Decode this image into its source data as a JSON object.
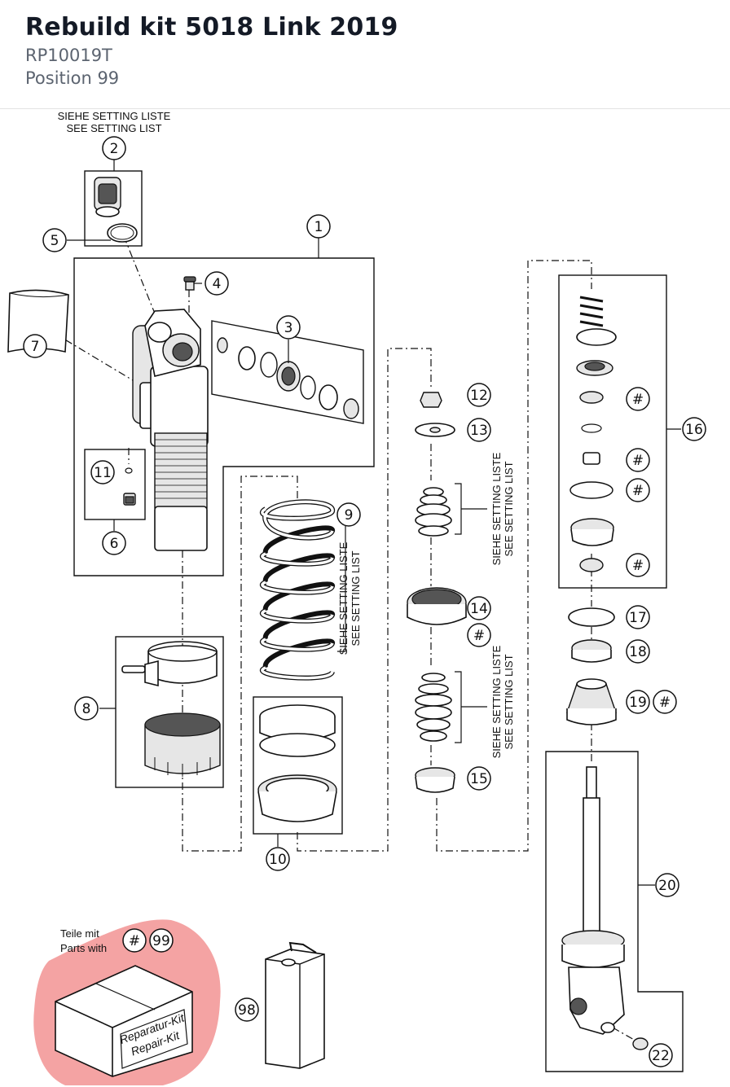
{
  "header": {
    "title": "Rebuild kit 5018 Link 2019",
    "part_number": "RP10019T",
    "position": "Position 99"
  },
  "notes": {
    "setting_de": "SIEHE SETTING LISTE",
    "setting_en": "SEE SETTING LIST",
    "parts_de": "Teile mit",
    "parts_en": "Parts with",
    "kit_de": "Reparatur-Kit",
    "kit_en": "Repair-Kit"
  },
  "callouts": {
    "c1": "1",
    "c2": "2",
    "c3": "3",
    "c4": "4",
    "c5": "5",
    "c6": "6",
    "c7": "7",
    "c8": "8",
    "c9": "9",
    "c10": "10",
    "c11": "11",
    "c12": "12",
    "c13": "13",
    "c14": "14",
    "c15": "15",
    "c16": "16",
    "c17": "17",
    "c18": "18",
    "c19": "19",
    "c20": "20",
    "c22": "22",
    "c98": "98",
    "c99": "99",
    "hash": "#"
  },
  "colors": {
    "highlight": "#f4a3a3",
    "ink": "#111111"
  }
}
